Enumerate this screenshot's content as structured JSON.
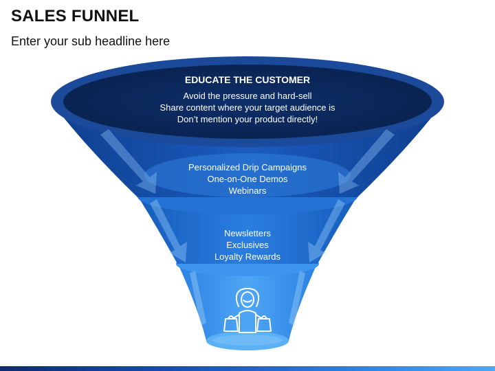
{
  "header": {
    "title": "SALES FUNNEL",
    "subtitle": "Enter your sub headline here"
  },
  "stages": [
    {
      "heading": "EDUCATE THE CUSTOMER",
      "lines": [
        "Avoid the pressure and hard-sell",
        "Share content where your target audience is",
        "Don’t mention your product directly!"
      ]
    },
    {
      "heading": "",
      "lines": [
        "Personalized Drip Campaigns",
        "One-on-One Demos",
        "Webinars"
      ]
    },
    {
      "heading": "",
      "lines": [
        "Newsletters",
        "Exclusives",
        "Loyalty Rewards"
      ]
    }
  ],
  "icons": {
    "bottom": "shopper-with-bags-icon"
  },
  "colors": {
    "rim_outer": "#1a4594",
    "rim_inner": "#0c2a5e",
    "stage1": "#1450a8",
    "stage2": "#1e6fd0",
    "stage3": "#3a90ec",
    "accent_bar": "#1a4db0"
  }
}
